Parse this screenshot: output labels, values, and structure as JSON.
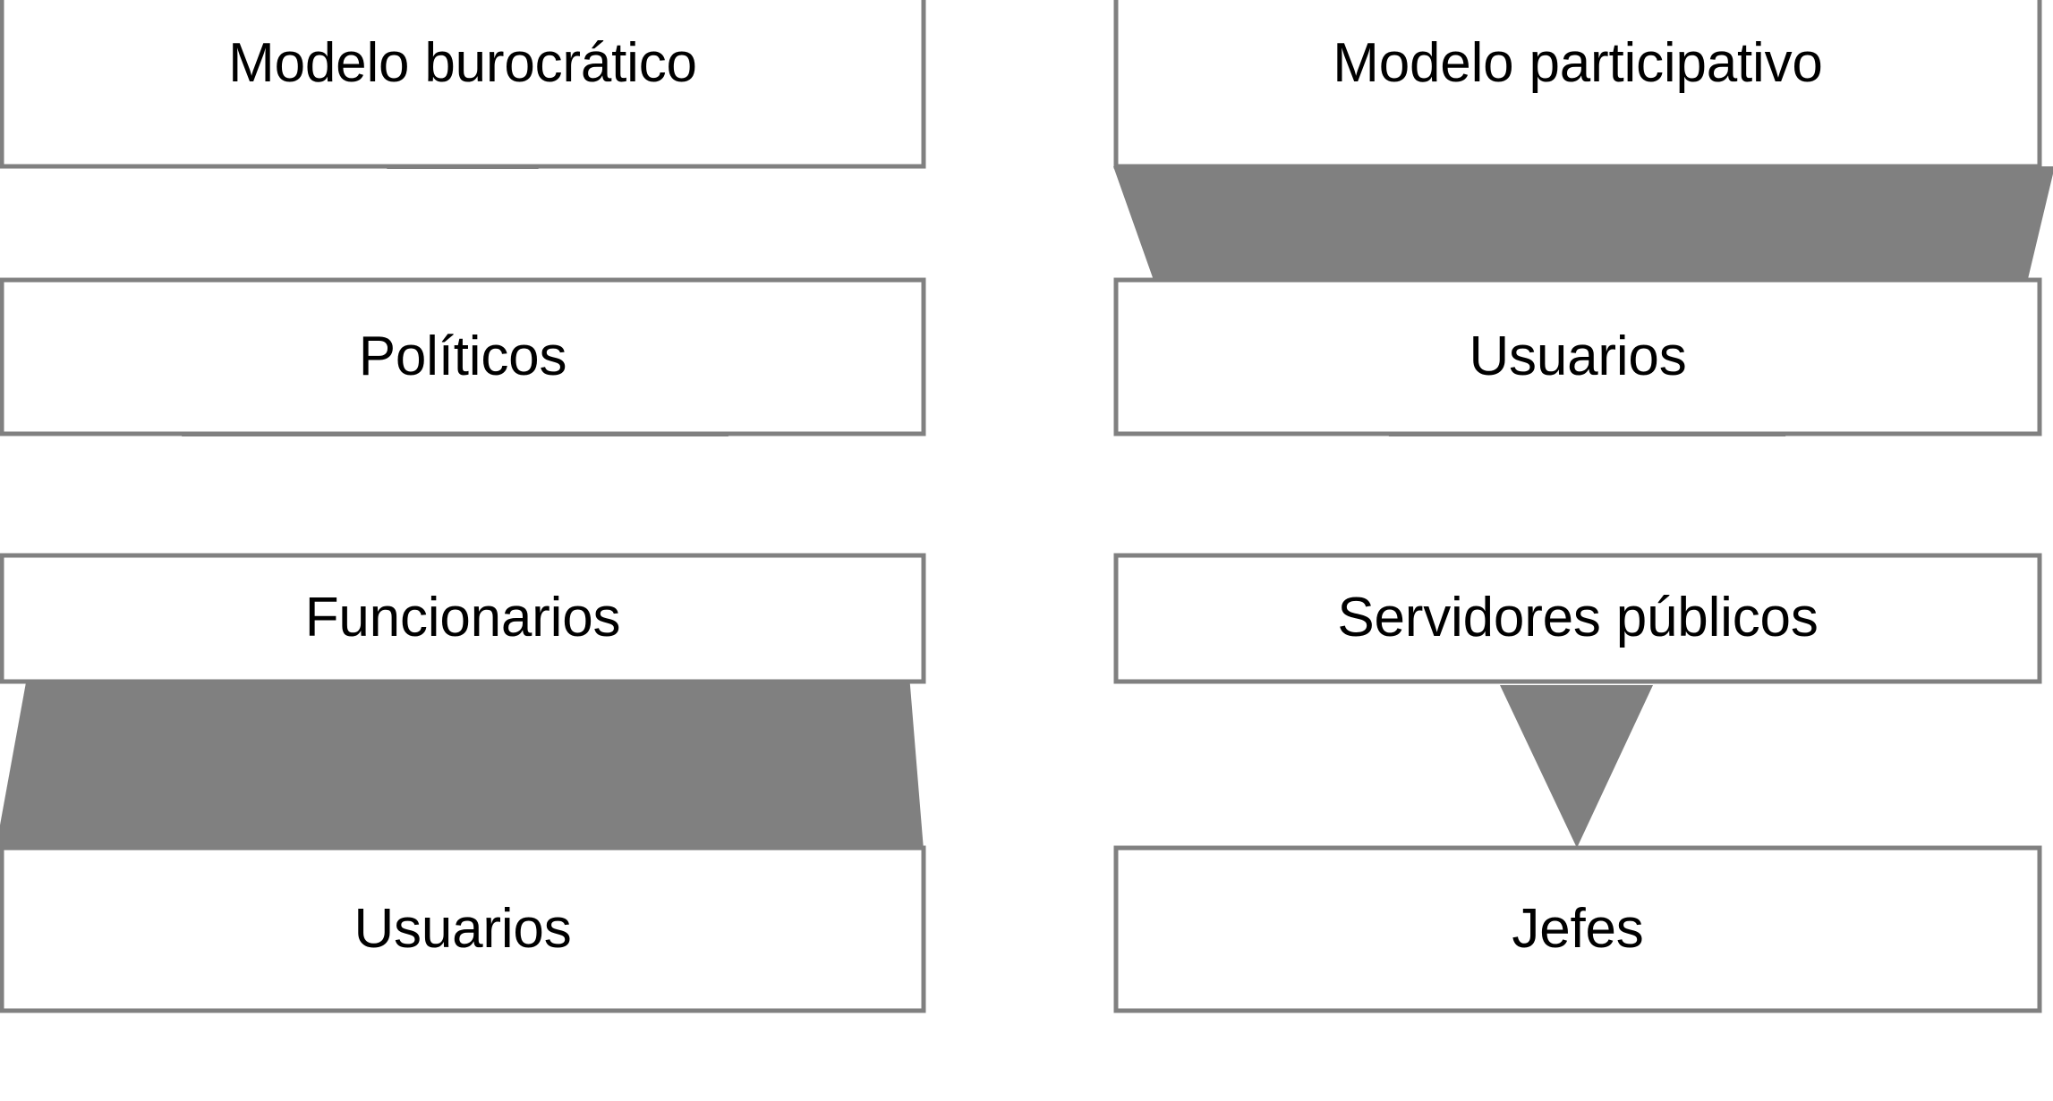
{
  "diagram": {
    "type": "two-column-pyramid-comparison",
    "background_color": "#FFFFFF",
    "box_fill_color": "#FFFFFF",
    "box_border_color": "#808080",
    "connector_fill_color": "#808080",
    "text_color": "#000000",
    "columns": [
      {
        "id": "left",
        "name": "modelo-burocratico",
        "shape": "pyramid",
        "direction": "top-narrow-to-bottom-wide",
        "title": "Modelo burocrático",
        "levels": [
          {
            "order": 1,
            "label": "Modelo burocrático"
          },
          {
            "order": 2,
            "label": "Políticos"
          },
          {
            "order": 3,
            "label": "Funcionarios"
          },
          {
            "order": 4,
            "label": "Usuarios"
          }
        ],
        "connectors": [
          {
            "from": "Modelo burocrático",
            "to": "Políticos",
            "shape": "triangle-down-apex-up",
            "top_width": 0,
            "bottom_width": 170
          },
          {
            "from": "Políticos",
            "to": "Funcionarios",
            "shape": "trapezoid-widening-down",
            "top_width": 444,
            "bottom_width": 610
          },
          {
            "from": "Funcionarios",
            "to": "Usuarios",
            "shape": "trapezoid-widening-down",
            "top_width": 960,
            "bottom_width": 1055
          }
        ]
      },
      {
        "id": "right",
        "name": "modelo-participativo",
        "shape": "inverted-pyramid",
        "direction": "top-wide-to-bottom-narrow",
        "title": "Modelo participativo",
        "levels": [
          {
            "order": 1,
            "label": "Modelo participativo"
          },
          {
            "order": 2,
            "label": "Usuarios"
          },
          {
            "order": 3,
            "label": "Servidores públicos"
          },
          {
            "order": 4,
            "label": "Jefes"
          }
        ],
        "connectors": [
          {
            "from": "Modelo participativo",
            "to": "Usuarios",
            "shape": "trapezoid-narrowing-down",
            "top_width": 1055,
            "bottom_width": 960
          },
          {
            "from": "Usuarios",
            "to": "Servidores públicos",
            "shape": "trapezoid-narrowing-down",
            "top_width": 620,
            "bottom_width": 443
          },
          {
            "from": "Servidores públicos",
            "to": "Jefes",
            "shape": "triangle-apex-down",
            "top_width": 171,
            "bottom_width": 0
          }
        ]
      }
    ]
  }
}
